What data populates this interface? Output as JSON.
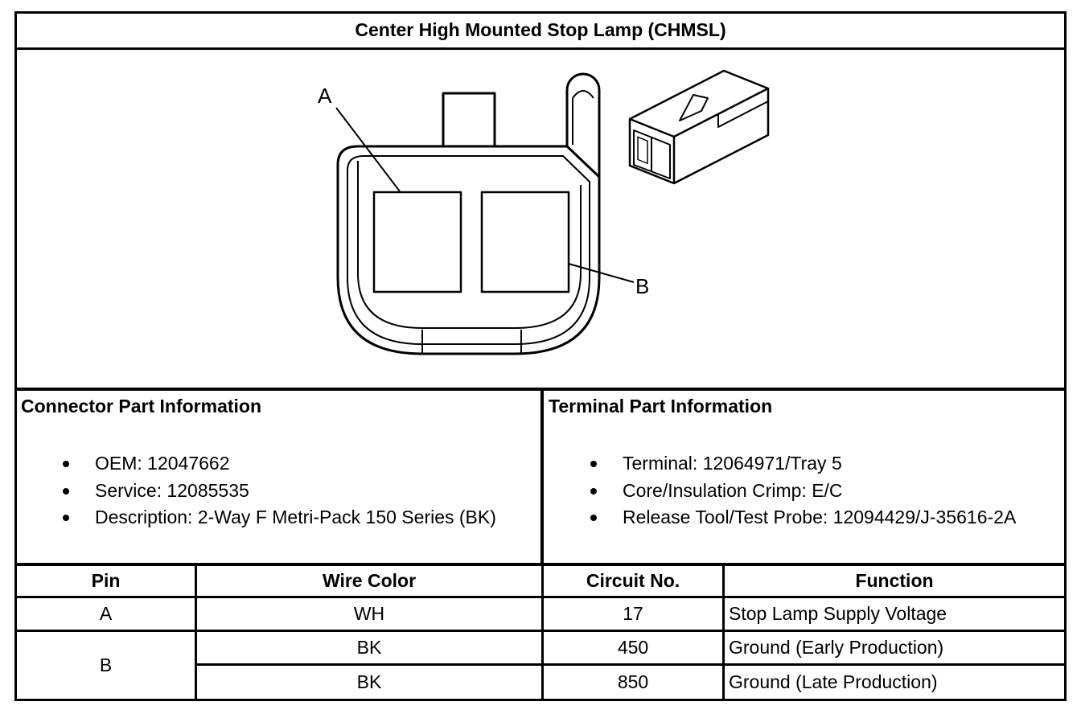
{
  "title": "Center High Mounted Stop Lamp (CHMSL)",
  "diagram": {
    "label_a": "A",
    "label_b": "B"
  },
  "connector": {
    "heading": "Connector Part Information",
    "items": [
      "OEM: 12047662",
      "Service: 12085535",
      "Description: 2-Way F Metri-Pack 150 Series (BK)"
    ]
  },
  "terminal": {
    "heading": "Terminal Part Information",
    "items": [
      "Terminal: 12064971/Tray 5",
      "Core/Insulation Crimp: E/C",
      "Release Tool/Test Probe: 12094429/J-35616-2A"
    ]
  },
  "table": {
    "headers": [
      "Pin",
      "Wire Color",
      "Circuit No.",
      "Function"
    ],
    "rows": [
      {
        "pin": "A",
        "wire": "WH",
        "circuit": "17",
        "function": "Stop Lamp Supply Voltage"
      },
      {
        "pin": "B",
        "wire": "BK",
        "circuit": "450",
        "function": "Ground (Early Production)"
      },
      {
        "pin": "",
        "wire": "BK",
        "circuit": "850",
        "function": "Ground (Late Production)"
      }
    ]
  }
}
